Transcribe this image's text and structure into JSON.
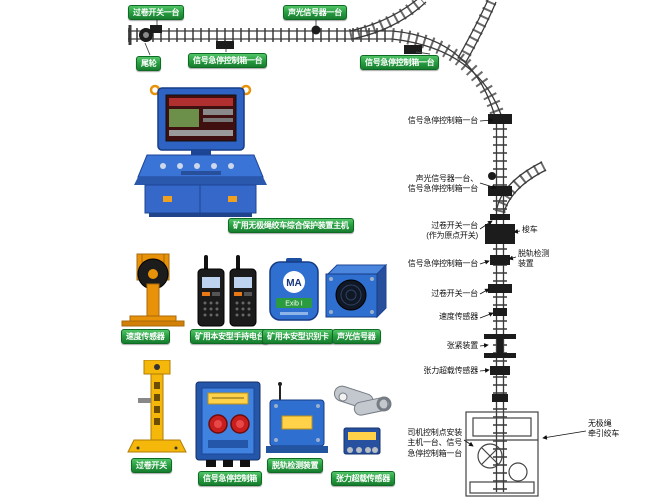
{
  "top": {
    "overwind": "过卷开关一台",
    "sound_light": "声光信号器一台",
    "tail_wheel": "尾轮",
    "signal_box_left": "信号急停控制箱一台",
    "signal_box_curve": "信号急停控制箱一台"
  },
  "track": {
    "signal_box_1": "信号急停控制箱一台",
    "sound_light_line1": "声光信号器一台、",
    "sound_light_line2": "信号急停控制箱一台",
    "overwind_line1": "过卷开关一台",
    "overwind_line2": "(作为原点开关)",
    "shuttle_car": "梭车",
    "derail_line1": "脱轨检测",
    "derail_line2": "装置",
    "signal_box_2": "信号急停控制箱一台",
    "overwind_2": "过卷开关一台",
    "speed_sensor": "速度传感器",
    "tension_device": "张紧装置",
    "tension_overload": "张力超载传感器",
    "driver_line1": "司机控制点安装",
    "driver_line2": "主机一台、信号",
    "driver_line3": "急停控制箱一台",
    "winch_line1": "无极绳",
    "winch_line2": "牵引绞车"
  },
  "products": {
    "console": "矿用无极绳绞车综合保护装置主机",
    "speed_sensor": "速度传感器",
    "radio": "矿用本安型手持电台",
    "id_card": "矿用本安型识别卡",
    "id_card_logo": "MA",
    "id_card_cert": "Exib I",
    "sound_light": "声光信号器",
    "overwind_switch": "过卷开关",
    "estop_box": "信号急停控制箱",
    "derail_detector": "脱轨检测装置",
    "tension_sensor": "张力超载传感器"
  }
}
